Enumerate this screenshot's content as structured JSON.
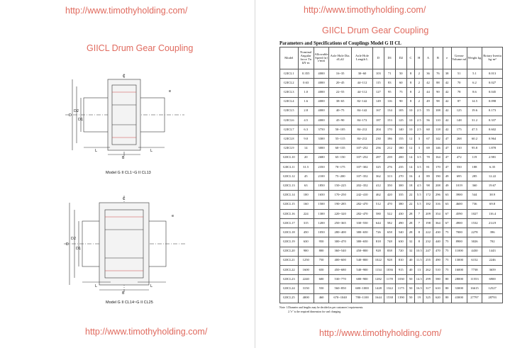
{
  "urls": {
    "top_left": "http://www.timothyholding.com/",
    "top_right": "http://www.timothyholding.com/",
    "bottom_left": "http://www.timothyholding.com/",
    "bottom_right": "http://www.timothyholding.com/"
  },
  "left_page": {
    "title": "GIICL Drum Gear Coupling",
    "drawing1_caption": "Model G II CL1~G II CL13",
    "drawing2_caption": "Model G II CL14~G II CL25",
    "drawing1_labels": [
      "D",
      "D2",
      "D1",
      "L",
      "L",
      "B",
      "C",
      "e"
    ],
    "drawing2_labels": [
      "D",
      "D2",
      "D1",
      "L",
      "L",
      "B",
      "C",
      "e"
    ]
  },
  "right_page": {
    "title": "GIICL Drum Gear Coupling",
    "table_heading": "Parameters and Specifications of Couplings Model G II CL",
    "columns": [
      "Model",
      "Nominal Angular force Tn kN·m",
      "Allowable Speed [n] r/min",
      "Axle Hole Dia. d1,d2",
      "Axle Hole Length L",
      "D",
      "D1",
      "D2",
      "C",
      "H",
      "A",
      "B",
      "e",
      "Grease Volume ml",
      "Weight kg",
      "Rotary Inertia kg·m²"
    ],
    "rows": [
      [
        "GIICL1",
        "0.355",
        "4000",
        "16~35",
        "30~60",
        "103",
        "71",
        "50",
        "8",
        "2",
        "36",
        "76",
        "38",
        "51",
        "5.1",
        "0.013"
      ],
      [
        "GIICL2",
        "0.63",
        "4000",
        "20~45",
        "44~112",
        "115",
        "83",
        "60",
        "8",
        "2",
        "42",
        "88",
        "42",
        "70",
        "6.2",
        "0.027"
      ],
      [
        "GIICL3",
        "1.0",
        "4000",
        "22~55",
        "44~112",
        "127",
        "95",
        "75",
        "8",
        "2",
        "44",
        "90",
        "42",
        "78",
        "8.6",
        "0.045"
      ],
      [
        "GIICL4",
        "1.6",
        "4000",
        "38~65",
        "82~142",
        "149",
        "116",
        "90",
        "8",
        "2",
        "49",
        "98",
        "42",
        "87",
        "14.5",
        "0.098"
      ],
      [
        "GIICL5",
        "2.8",
        "4000",
        "40~75",
        "84~142",
        "167",
        "134",
        "105",
        "10",
        "2.5",
        "55",
        "108",
        "42",
        "125",
        "19.6",
        "0.173"
      ],
      [
        "GIICL6",
        "4.5",
        "4000",
        "45~90",
        "84~172",
        "187",
        "153",
        "125",
        "10",
        "2.5",
        "56",
        "110",
        "42",
        "148",
        "31.2",
        "0.337"
      ],
      [
        "GIICL7",
        "6.3",
        "3750",
        "50~105",
        "84~212",
        "204",
        "170",
        "140",
        "10",
        "2.5",
        "60",
        "118",
        "42",
        "175",
        "47.5",
        "0.602"
      ],
      [
        "GIICL8",
        "9.0",
        "3300",
        "55~115",
        "84~212",
        "230",
        "186",
        "155",
        "12",
        "3",
        "67",
        "142",
        "47",
        "268",
        "60.2",
        "0.964"
      ],
      [
        "GIICL9",
        "14",
        "3000",
        "60~135",
        "107~252",
        "256",
        "212",
        "180",
        "12",
        "3",
        "69",
        "146",
        "47",
        "310",
        "95.8",
        "1.878"
      ],
      [
        "GIICL10",
        "20",
        "2680",
        "65~150",
        "107~252",
        "287",
        "239",
        "200",
        "14",
        "3.5",
        "78",
        "164",
        "47",
        "472",
        "119",
        "2.981"
      ],
      [
        "GIICL11",
        "31.5",
        "2350",
        "70~175",
        "107~302",
        "325",
        "276",
        "235",
        "14",
        "3.5",
        "81",
        "170",
        "47",
        "550",
        "188",
        "6.35"
      ],
      [
        "GIICL12",
        "45",
        "2100",
        "75~200",
        "107~352",
        "362",
        "313",
        "270",
        "16",
        "4",
        "89",
        "190",
        "49",
        "695",
        "285",
        "12.22"
      ],
      [
        "GIICL13",
        "63",
        "1850",
        "150~225",
        "202~352",
        "412",
        "350",
        "300",
        "18",
        "4.5",
        "98",
        "208",
        "49",
        "1019",
        "360",
        "19.67"
      ],
      [
        "GIICL14",
        "100",
        "1650",
        "170~250",
        "242~410",
        "462",
        "420",
        "335",
        "22",
        "5.5",
        "172",
        "296",
        "63",
        "3900",
        "544",
        "38.9"
      ],
      [
        "GIICL15",
        "160",
        "1500",
        "190~285",
        "282~470",
        "512",
        "470",
        "380",
        "22",
        "5.5",
        "182",
        "316",
        "63",
        "4600",
        "736",
        "69.8"
      ],
      [
        "GIICL16",
        "224",
        "1300",
        "220~320",
        "282~470",
        "580",
        "522",
        "430",
        "28",
        "7",
        "209",
        "354",
        "67",
        "4590",
        "1027",
        "116.4"
      ],
      [
        "GIICL17",
        "315",
        "1200",
        "250~365",
        "330~550",
        "644",
        "582",
        "490",
        "28",
        "7",
        "198",
        "364",
        "67",
        "4900",
        "1532",
        "214.9"
      ],
      [
        "GIICL18",
        "450",
        "1050",
        "280~400",
        "380~650",
        "726",
        "658",
        "540",
        "28",
        "8",
        "222",
        "430",
        "75",
        "7000",
        "2278",
        "396"
      ],
      [
        "GIICL19",
        "630",
        "950",
        "300~470",
        "380~650",
        "818",
        "748",
        "630",
        "32",
        "8",
        "232",
        "440",
        "75",
        "8900",
        "3026",
        "702"
      ],
      [
        "GIICL20",
        "900",
        "800",
        "360~540",
        "450~800",
        "928",
        "838",
        "720",
        "32",
        "10.5",
        "247",
        "470",
        "75",
        "11000",
        "4430",
        "1443"
      ],
      [
        "GIICL21",
        "1250",
        "750",
        "400~600",
        "540~800",
        "1022",
        "928",
        "810",
        "40",
        "11.5",
        "255",
        "490",
        "75",
        "13000",
        "6152",
        "2246"
      ],
      [
        "GIICL22",
        "1600",
        "650",
        "450~680",
        "540~900",
        "1134",
        "1036",
        "915",
        "40",
        "13",
        "262",
        "510",
        "75",
        "16000",
        "7738",
        "3659"
      ],
      [
        "GIICL23",
        "2240",
        "600",
        "530~770",
        "680~900",
        "1282",
        "1178",
        "1030",
        "50",
        "14.5",
        "299",
        "580",
        "80",
        "28000",
        "11553",
        "6900"
      ],
      [
        "GIICL24",
        "3150",
        "550",
        "560~850",
        "680~1000",
        "1428",
        "1322",
        "1175",
        "50",
        "16.5",
        "317",
        "610",
        "80",
        "33000",
        "16615",
        "12527"
      ],
      [
        "GIICL25",
        "4000",
        "460",
        "670~1040",
        "780~1100",
        "1644",
        "1538",
        "1390",
        "50",
        "19",
        "325",
        "620",
        "80",
        "43000",
        "27797",
        "28793"
      ]
    ],
    "notes": [
      "Note:  1.Diameter and lengths may be decided as per customers' requirements.",
      "2.\"e\" is the required dimension for seal changing."
    ]
  }
}
